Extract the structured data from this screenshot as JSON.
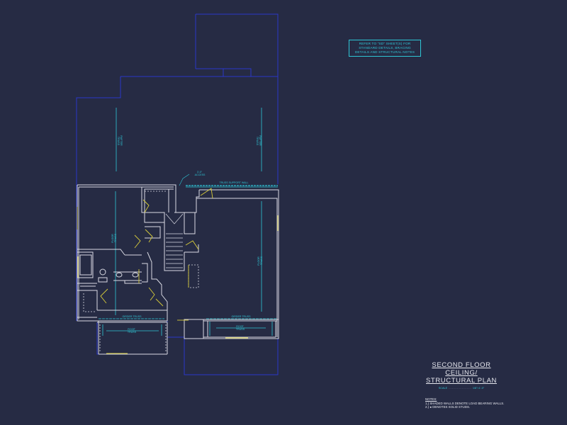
{
  "note": {
    "lines": [
      "REFER TO \"SD\" SHEET(S) FOR",
      "STANDARD DETAILS, BRACING",
      "DETAILS AND STRUCTURAL NOTES"
    ]
  },
  "title": {
    "line1": "SECOND FLOOR CEILING/",
    "line2": "STRUCTURAL PLAN",
    "scale_label": "SCALE",
    "scale_value": "1/8\"=1'-0\""
  },
  "notes": {
    "heading": "NOTES:",
    "item1": "1.) SHADED WALLS DENOTE LOAD BEARING WALLS.",
    "item2": "2.) ● DENOTES SOLID STUDS."
  },
  "labels": {
    "truss_left": [
      "RAFTER",
      "TRUSS"
    ],
    "truss_right": [
      "RAFTER",
      "TRUSS"
    ],
    "access": [
      "3'-0\"",
      "ACCESS"
    ],
    "support_wall": "TRUSS SUPPORT WALL",
    "floor_truss_left": [
      "FLOOR",
      "TRUSS"
    ],
    "floor_truss_right": [
      "FLOOR",
      "TRUSS"
    ],
    "girder_left": "GIRDER TRUSS",
    "girder_right": "GIRDER TRUSS",
    "roof_left": [
      "ROOF",
      "TRUSS"
    ],
    "roof_right": [
      "ROOF",
      "TRUSS"
    ]
  },
  "colors": {
    "background": "#262b44",
    "roof_outline": "#2b37c9",
    "walls": "#d9dae3",
    "annotation": "#2fc7d6",
    "load_bearing": "#d8cc3a"
  }
}
